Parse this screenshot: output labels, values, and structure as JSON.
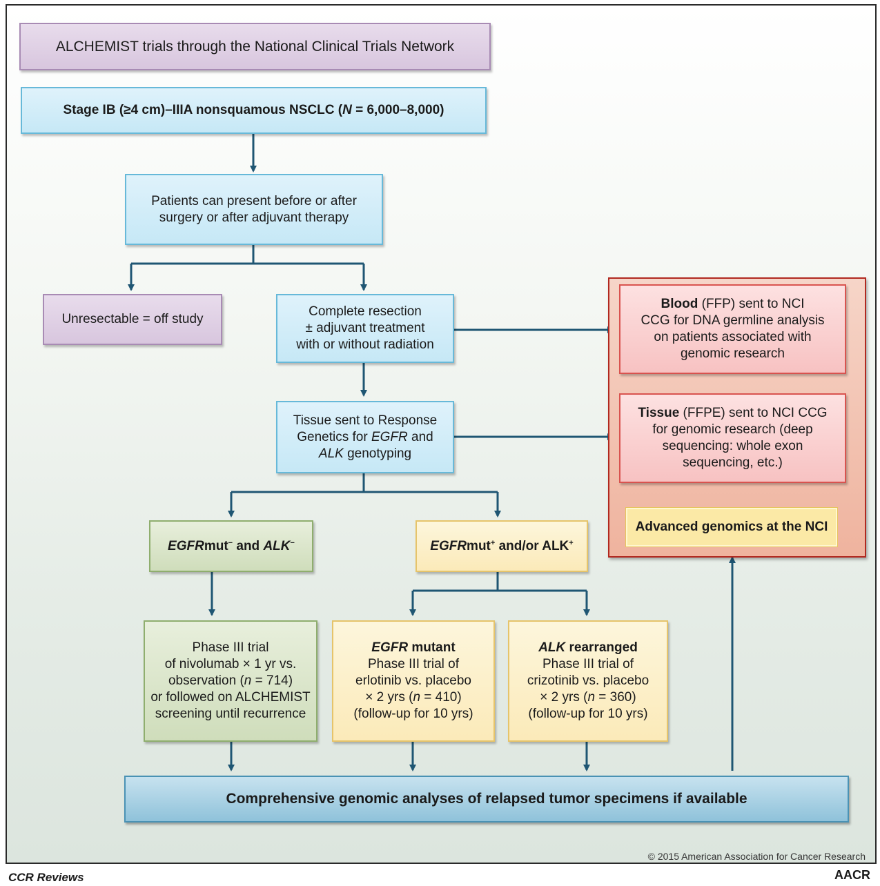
{
  "header": {
    "title": "ALCHEMIST trials through the National Clinical Trials Network"
  },
  "stage": {
    "prefix": "Stage IB (≥4 cm)–IIIA nonsquamous NSCLC (",
    "n_label": "N",
    "suffix": " = 6,000–8,000)"
  },
  "present": {
    "text": "Patients can present before or after surgery or after adjuvant therapy"
  },
  "unresectable": {
    "text": "Unresectable = off study"
  },
  "resection": {
    "line1": "Complete resection",
    "line2": "± adjuvant treatment",
    "line3": "with or without radiation"
  },
  "tissue_genetics": {
    "line1": "Tissue sent to Response",
    "line2_a": "Genetics for ",
    "line2_gene": "EGFR",
    "line2_b": " and",
    "line3_gene": "ALK",
    "line3_b": " genotyping"
  },
  "neg": {
    "gene1": "EGFR",
    "mut": "mut",
    "sign": "−",
    "and": " and ",
    "gene2": "ALK",
    "sign2": "−"
  },
  "pos": {
    "gene1": "EGFR",
    "mut": "mut",
    "sign": "+",
    "andor": " and/or ALK",
    "sign2": "+"
  },
  "nivolumab": {
    "line1": "Phase III trial",
    "line2": "of nivolumab × 1 yr vs.",
    "line3_a": "observation (",
    "line3_n": "n",
    "line3_b": " = 714)",
    "line4": "or followed on ALCHEMIST",
    "line5": "screening until recurrence"
  },
  "egfr_trial": {
    "gene": "EGFR",
    "title_b": " mutant",
    "line2": "Phase III trial of",
    "line3": "erlotinib vs. placebo",
    "line4_a": "× 2 yrs (",
    "line4_n": "n",
    "line4_b": " = 410)",
    "line5": "(follow-up for 10 yrs)"
  },
  "alk_trial": {
    "gene": "ALK",
    "title_b": " rearranged",
    "line2": "Phase III trial of",
    "line3": "crizotinib vs. placebo",
    "line4_a": "× 2 yrs (",
    "line4_n": "n",
    "line4_b": " = 360)",
    "line5": "(follow-up for 10 yrs)"
  },
  "blood": {
    "bold": "Blood",
    "line1_b": " (FFP) sent to NCI",
    "line2": "CCG for DNA germline analysis",
    "line3": "on patients associated with",
    "line4": "genomic research"
  },
  "tissue_nci": {
    "bold": "Tissue",
    "line1_b": " (FFPE) sent to NCI CCG",
    "line2": "for genomic research (deep",
    "line3": "sequencing: whole exon",
    "line4": "sequencing, etc.)"
  },
  "advanced": {
    "text": "Advanced genomics at the NCI"
  },
  "bottom": {
    "text": "Comprehensive genomic analyses of relapsed tumor specimens if available"
  },
  "copyright": "© 2015 American Association for Cancer Research",
  "footer": {
    "left": "CCR Reviews",
    "right": "AACR"
  },
  "colors": {
    "arrow": "#1f5673",
    "panel_border": "#b1281f"
  }
}
